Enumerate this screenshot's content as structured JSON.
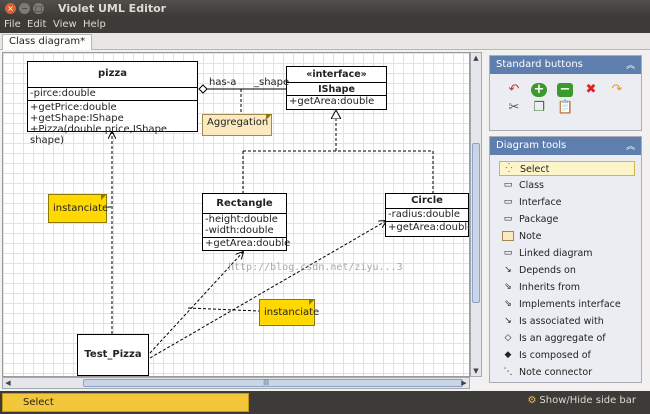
{
  "window": {
    "title": "Violet UML Editor"
  },
  "menu": [
    "File",
    "Edit",
    "View",
    "Help"
  ],
  "tab": {
    "label": "Class diagram*"
  },
  "diagram": {
    "pizza": {
      "name": "pizza",
      "attrs": [
        "-pirce:double"
      ],
      "methods": [
        "+getPrice:double",
        "+getShape:IShape",
        "+Pizza(double price,IShape shape)"
      ]
    },
    "ishape": {
      "name": "«interface» IShape",
      "attrs": [],
      "methods": [
        "+getArea:double"
      ]
    },
    "rectangle": {
      "name": "Rectangle",
      "attrs": [
        "-height:double",
        "-width:double"
      ],
      "methods": [
        "+getArea:double"
      ]
    },
    "circle": {
      "name": "Circle",
      "attrs": [
        "-radius:double"
      ],
      "methods": [
        "+getArea:double"
      ]
    },
    "test": {
      "name": "Test_Pizza"
    },
    "labels": {
      "has_a": "has-a",
      "shape": "_shape"
    },
    "notes": {
      "aggregation": "Aggregation",
      "instanciate1": "instanciate",
      "instanciate2": "instanciate"
    },
    "watermark": "http://blog.csdn.net/ziyu...3"
  },
  "sidebar": {
    "standard_title": "Standard buttons",
    "standard_icons": [
      "undo-icon",
      "add-icon",
      "remove-icon",
      "delete-icon",
      "redo-icon",
      "cut-icon",
      "copy-icon",
      "paste-icon"
    ],
    "tools_title": "Diagram tools",
    "tools": [
      "Select",
      "Class",
      "Interface",
      "Package",
      "Note",
      "Linked diagram",
      "Depends on",
      "Inherits from",
      "Implements interface",
      "Is associated with",
      "Is an aggregate of",
      "Is composed of",
      "Note connector"
    ]
  },
  "status": {
    "selected_tool": "Select",
    "toggle": "Show/Hide side bar"
  },
  "colors": {
    "note": "#ffd800",
    "panel_header": "#5e7fae",
    "selected_tool": "#f4c63a"
  }
}
